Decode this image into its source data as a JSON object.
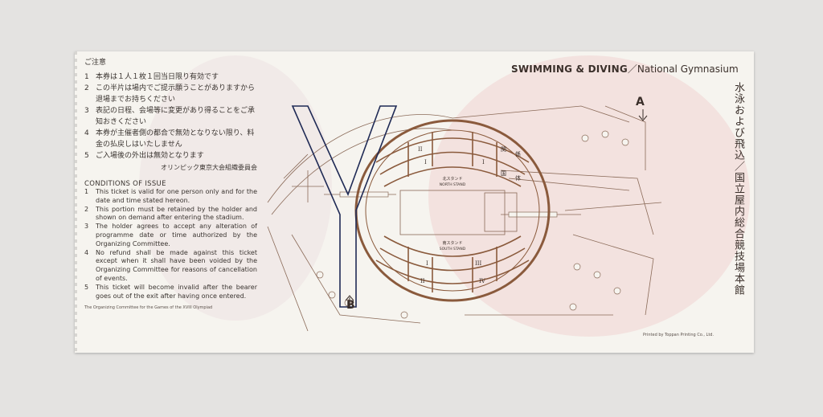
{
  "ticket": {
    "header": {
      "sport": "SWIMMING & DIVING",
      "separator": "／",
      "venue": "National Gymnasium"
    },
    "vertical_title_jp": "水泳および飛込／国立屋内総合競技場本館",
    "notice_title_jp": "ご注意",
    "notices_jp": [
      {
        "num": "1",
        "text": "本券は１人１枚１回当日限り有効です"
      },
      {
        "num": "2",
        "text": "この半片は場内でご提示願うことがありますから退場までお持ちください"
      },
      {
        "num": "3",
        "text": "表記の日程、会場等に変更があり得ることをご承知おきください"
      },
      {
        "num": "4",
        "text": "本券が主催者側の都合で無効となりない限り、料金の払戻しはいたしません"
      },
      {
        "num": "5",
        "text": "ご入場後の外出は無効となります"
      }
    ],
    "organizer_jp": "オリンピック東京大会組織委員会",
    "conditions_title": "CONDITIONS OF ISSUE",
    "conditions": [
      {
        "num": "1",
        "text": "This ticket is valid for one person only and for the date and time stated hereon."
      },
      {
        "num": "2",
        "text": "This portion must be retained by the holder and shown on demand after entering the stadium."
      },
      {
        "num": "3",
        "text": "The holder agrees to accept any alteration of programme date or time authorized by the Organizing Committee."
      },
      {
        "num": "4",
        "text": "No refund shall be made against this ticket except when it shall have been voided by the Organizing Committee for reasons of cancellation of events."
      },
      {
        "num": "5",
        "text": "This ticket will become invalid after the bearer goes out of the exit after having once entered."
      }
    ],
    "organizer_en": "The Organizing Committee for the Games of the XVIII Olympiad",
    "printer": "Printed by Toppan Printing Co., Ltd.",
    "map": {
      "gate_a": "A",
      "gate_b": "B",
      "overprint_letter": "Y",
      "north_stand_jp": "北スタンド",
      "north_stand_en": "NORTH STAND",
      "south_stand_jp": "南スタンド",
      "south_stand_en": "SOUTH STAND",
      "section_north_left": "II",
      "section_north_i": "I",
      "section_north_i2": "I",
      "section_south_i": "I",
      "section_south_ii": "II",
      "section_south_iii": "III",
      "section_south_iv": "IV",
      "press_jp_1": "関",
      "press_jp_2": "係",
      "guest_jp_1": "国",
      "guest_jp_2": "体"
    },
    "colors": {
      "paper": "#f6f4ef",
      "ink": "#3a2f2a",
      "map_brown": "#8a5a3c",
      "pink_tint": "#f2d9d6",
      "navy_overprint": "#1f2a55"
    }
  }
}
